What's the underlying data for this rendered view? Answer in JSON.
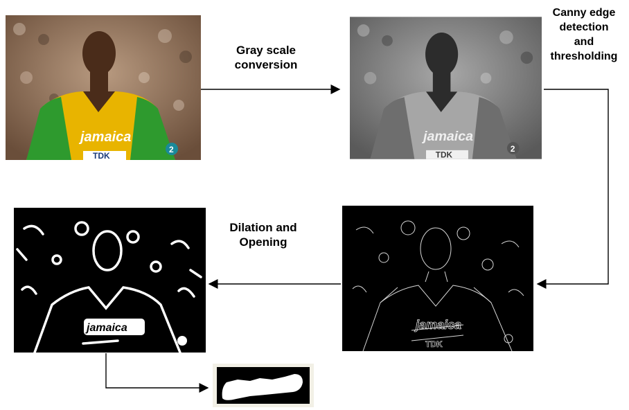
{
  "steps": {
    "step1": {
      "line1": "Gray scale",
      "line2": "conversion"
    },
    "step2": {
      "line1": "Canny edge",
      "line2": "detection",
      "line3": "and",
      "line4": "thresholding"
    },
    "step3": {
      "line1": "Dilation and",
      "line2": "Opening"
    }
  },
  "images": {
    "color_photo": {
      "shirt_text": "jamaica",
      "sponsor_text": "TDK",
      "bib_number": "2"
    },
    "gray_photo": {
      "shirt_text": "jamaica",
      "sponsor_text": "TDK",
      "bib_number": "2"
    },
    "edge_image": {
      "shirt_text": "jamaica",
      "sponsor_text": "TDK"
    },
    "binary_image": {
      "shirt_text": "jamaica"
    }
  },
  "colors": {
    "jersey": "#e8b400",
    "sleeve": "#2e9a2e",
    "skin": "#4a2c1a",
    "crowd": "#8a6a50"
  }
}
